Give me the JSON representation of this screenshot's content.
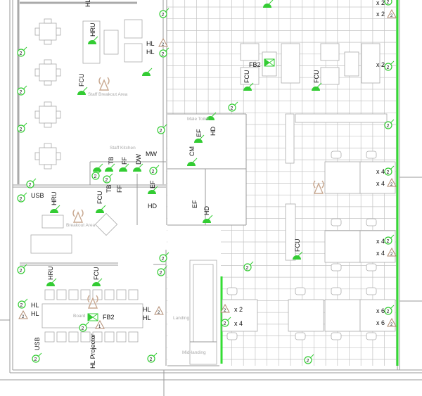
{
  "drawing": {
    "colors": {
      "socket": "#33cc33",
      "wifi": "#c8a890",
      "wall": "#999999",
      "grid": "#c4c4c4",
      "partition": "#33dd33"
    },
    "socket_label": "2",
    "triangle_label_1": "1",
    "rooms": {
      "staff_breakout": "Staff Breakout Area",
      "staff_kitchen": "Staff Kitchen",
      "male_toilet": "Male Toilet",
      "breakout": "Breakout Area",
      "board": "Board",
      "landing": "Landing",
      "mid_landing": "Mid-landing"
    },
    "labels": {
      "hl_top": "HL",
      "hru_1": "HRU",
      "hl_1": "HL",
      "hl_2": "HL",
      "fcu_1": "FCU",
      "mw": "MW",
      "dw": "DW",
      "ff_1": "FF",
      "tb_1": "TB",
      "tb_2": "TB",
      "ff_2": "FF",
      "ef_1": "EF",
      "hd_1": "HD",
      "cm": "CM",
      "ef_2": "EF",
      "hd_2": "HD",
      "ef_3": "EF",
      "hd_3": "HD",
      "usb_1": "USB",
      "hru_2": "HRU",
      "fcu_2": "FCU",
      "hru_3": "HRU",
      "fcu_3": "FCU",
      "hl_3": "HL",
      "hl_4": "HL",
      "fb2_1": "FB2",
      "hl_5": "HL",
      "hl_6": "HL",
      "usb_2": "USB",
      "hl_projector": "HL Projector",
      "fb2_2": "FB2",
      "fcu_4": "FCU",
      "fcu_5": "FCU",
      "fcu_6": "FCU"
    },
    "multipliers": {
      "m1": "x 2",
      "m2": "x 2",
      "m3": "x 2",
      "m4": "x 4",
      "m5": "x 4",
      "m6": "x 4",
      "m7": "x 4",
      "m8": "x 6",
      "m9": "x 6",
      "m10": "x 2",
      "m11": "x 4"
    }
  }
}
